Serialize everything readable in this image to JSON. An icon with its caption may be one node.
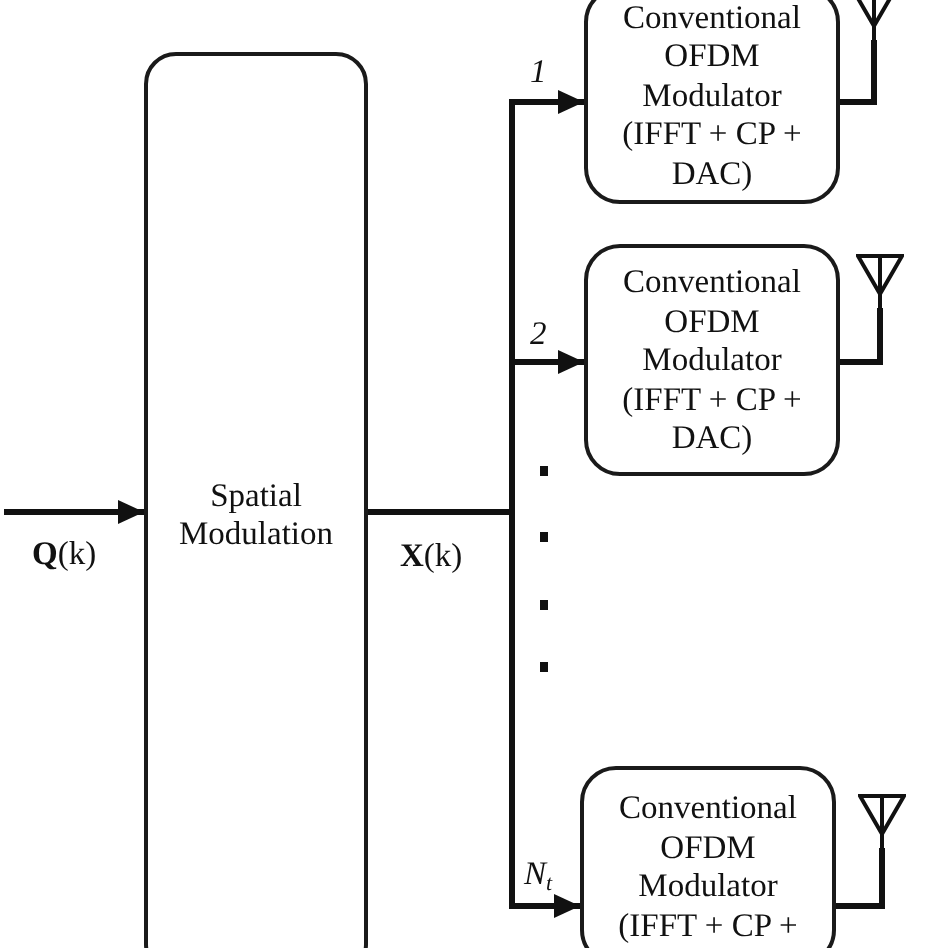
{
  "diagram": {
    "nodes": [
      {
        "text": [
          "Spatial Modulation"
        ]
      },
      {
        "text": [
          "Conventional OFDM Modulator (IFFT + CP + DAC)"
        ]
      },
      {
        "text": [
          "Conventional OFDM Modulator (IFFT + CP + DAC)"
        ]
      },
      {
        "text": [
          "Conventional OFDM Modulator (IFFT + CP +"
        ]
      },
      {
        "text": [],
        "shape": "antenna"
      },
      {
        "text": [],
        "shape": "antenna"
      },
      {
        "text": [],
        "shape": "antenna"
      }
    ],
    "edges": [
      {
        "from": null,
        "to": 0,
        "arrow": "to",
        "label": "**Q**(k)"
      },
      {
        "from": 0,
        "to": 1,
        "arrow": "to",
        "label": "1"
      },
      {
        "from": 0,
        "to": 2,
        "arrow": "to",
        "label": "2"
      },
      {
        "from": 0,
        "to": 3,
        "arrow": "to",
        "label": "N$_{t}$"
      },
      {
        "from": 1,
        "to": 4,
        "arrow": "none"
      },
      {
        "from": 2,
        "to": 5,
        "arrow": "none"
      },
      {
        "from": 3,
        "to": 6,
        "arrow": "none"
      }
    ],
    "labels": [
      "**X**(k)"
    ]
  }
}
